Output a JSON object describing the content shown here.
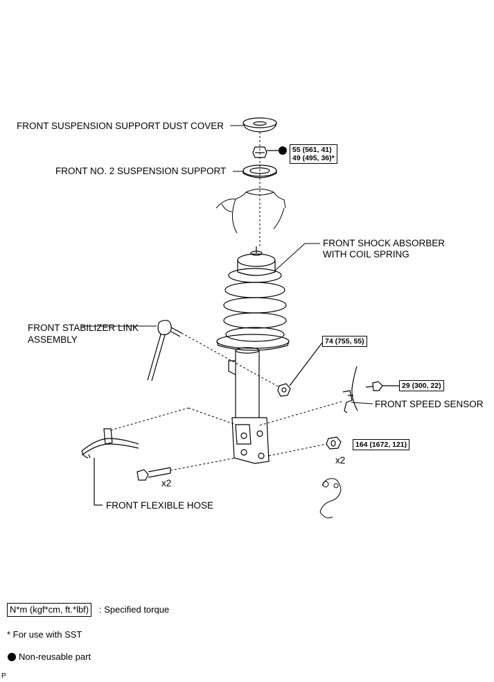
{
  "labels": {
    "dust_cover": "FRONT SUSPENSION SUPPORT DUST COVER",
    "no2_support": "FRONT NO. 2 SUSPENSION SUPPORT",
    "shock_line1": "FRONT SHOCK ABSORBER",
    "shock_line2": "WITH COIL SPRING",
    "stab_line1": "FRONT STABILIZER LINK",
    "stab_line2": "ASSEMBLY",
    "speed_sensor": "FRONT SPEED SENSOR",
    "flex_hose": "FRONT FLEXIBLE HOSE",
    "qty_bolts": "x2",
    "qty_nuts": "x2"
  },
  "torques": {
    "top_nut_line1": "55 (561, 41)",
    "top_nut_line2": "49 (495, 36)*",
    "stab_nut": "74 (755, 55)",
    "sensor_bolt": "29 (300, 22)",
    "knuckle_nut": "164 (1672, 121)"
  },
  "legend": {
    "torque_unit": "N*m (kgf*cm, ft.*lbf)",
    "torque_desc": ": Specified torque",
    "sst_note": "* For use with SST",
    "non_reusable": "Non-reusable part"
  },
  "corner_mark": "P"
}
